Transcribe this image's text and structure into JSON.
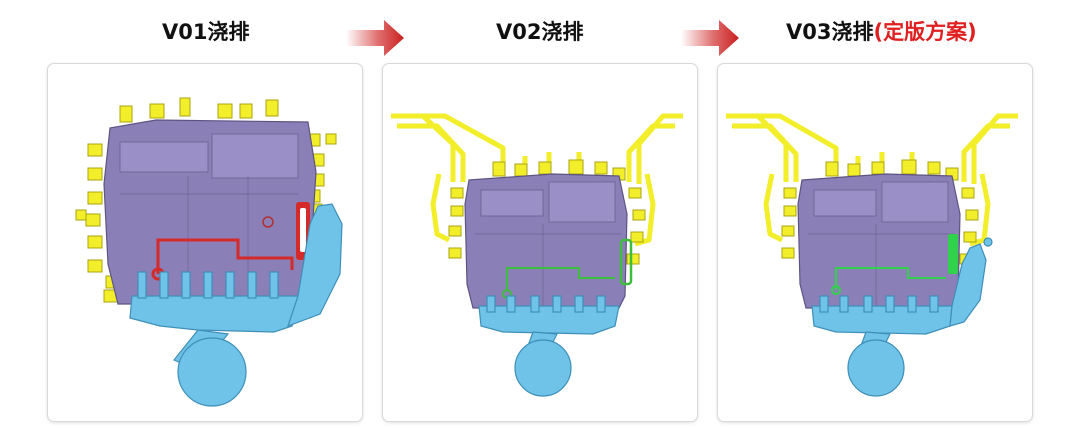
{
  "versions": [
    {
      "label": "V01浇排",
      "highlight": ""
    },
    {
      "label": "V02浇排",
      "highlight": ""
    },
    {
      "label": "V03浇排",
      "highlight": "(定版方案)"
    }
  ],
  "colors": {
    "title": "#111111",
    "highlight": "#e02020",
    "arrow": "#d42c2c",
    "housing": "#8b7fb8",
    "runner": "#6fc3e8",
    "overflow": "#f2ee2a",
    "v01_marker": "#d42a2a",
    "v02_marker": "#3bbf3b",
    "v03_marker": "#2fd24a"
  }
}
